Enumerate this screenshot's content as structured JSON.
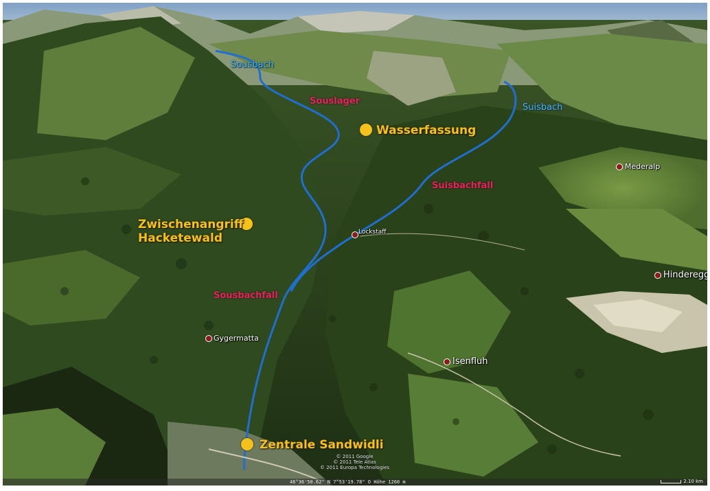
{
  "map": {
    "rivers": {
      "sousbach": "Sousbach",
      "suisbach": "Suisbach"
    },
    "features": {
      "souslager": "Souslager",
      "suisbachfall": "Suisbachfall",
      "sousbachfall": "Sousbachfall"
    },
    "project_sites": {
      "wasserfassung": "Wasserfassung",
      "zwischenangriff_line1": "Zwischenangriff",
      "zwischenangriff_line2": "Hacketewald",
      "zentrale": "Zentrale Sandwidli"
    },
    "places": {
      "mederalp": "Mederalp",
      "lockstaff": "Lockstaff",
      "hinderegg": "Hinderegg",
      "gygermatta": "Gygermatta",
      "isenfluh": "Isenfluh"
    },
    "credits": {
      "line1": "© 2011 Google",
      "line2": "© 2011 Tele Atlas",
      "line3": "© 2011 Europa Technologies"
    },
    "status": {
      "coordinates": "46°36'50.62\" N    7°53'19.78\" O    Höhe 1260 m",
      "scale": "2.10 km"
    },
    "colors": {
      "river": "#1f6fd1",
      "river_label": "#4fb2e3",
      "feature_label": "#e0255a",
      "project": "#f4c21b",
      "place_label": "#ffffff"
    }
  }
}
